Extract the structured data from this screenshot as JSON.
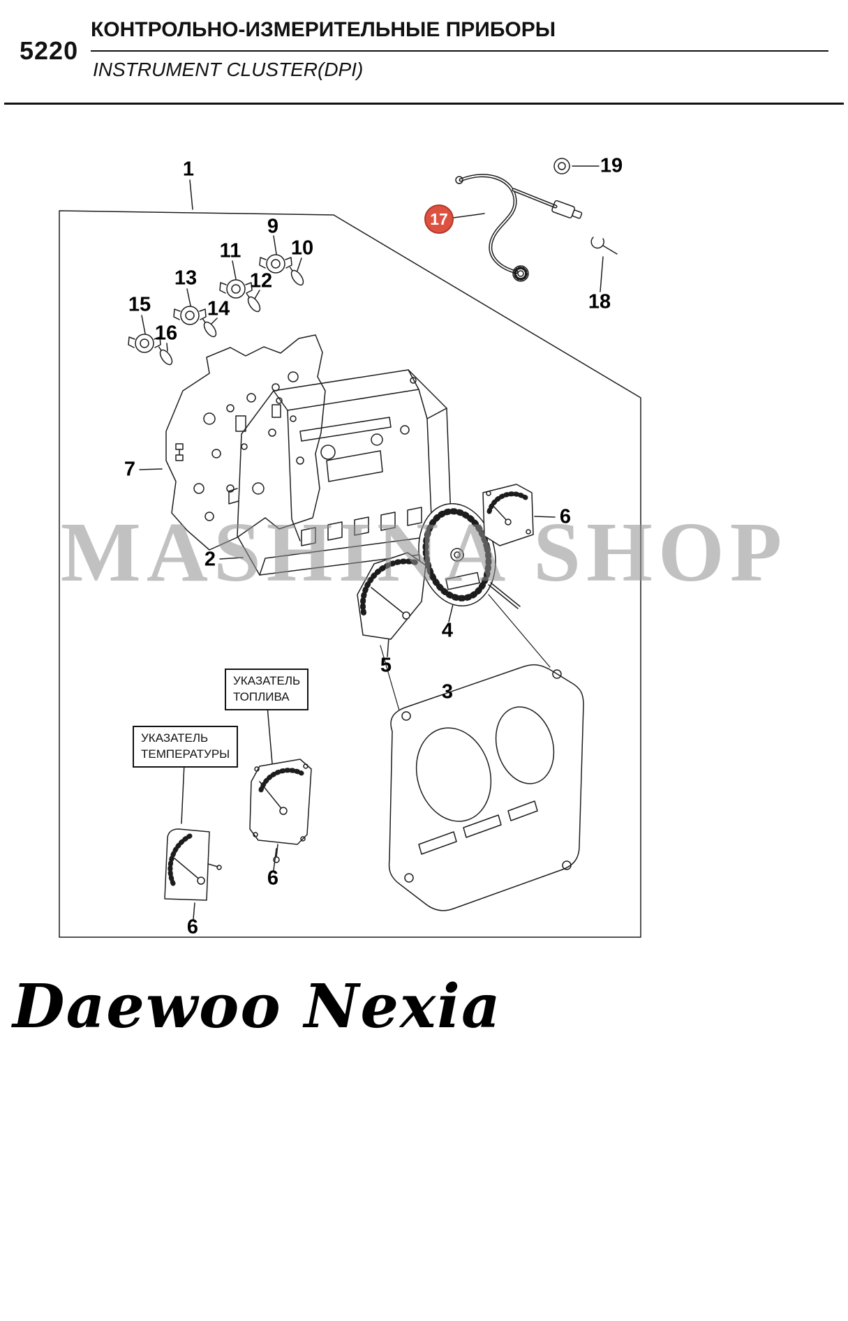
{
  "header": {
    "section_code": "5220",
    "title_ru": "КОНТРОЛЬНО-ИЗМЕРИТЕЛЬНЫЕ ПРИБОРЫ",
    "title_en": "INSTRUMENT CLUSTER(DPI)"
  },
  "watermark": "MASHINA SHOP",
  "diagram": {
    "highlight_color": "#dd5140",
    "callouts": [
      {
        "label": "1"
      },
      {
        "label": "19"
      },
      {
        "label": "17",
        "highlighted": true
      },
      {
        "label": "18"
      },
      {
        "label": "9"
      },
      {
        "label": "10"
      },
      {
        "label": "11"
      },
      {
        "label": "12"
      },
      {
        "label": "13"
      },
      {
        "label": "14"
      },
      {
        "label": "15"
      },
      {
        "label": "16"
      },
      {
        "label": "7"
      },
      {
        "label": "2"
      },
      {
        "label": "6"
      },
      {
        "label": "4"
      },
      {
        "label": "5"
      },
      {
        "label": "3"
      },
      {
        "label": "6"
      },
      {
        "label": "6"
      }
    ],
    "labels": {
      "fuel": {
        "line1": "УКАЗАТЕЛЬ",
        "line2": "ТОПЛИВА"
      },
      "temperature": {
        "line1": "УКАЗАТЕЛЬ",
        "line2": "ТЕМПЕРАТУРЫ"
      }
    }
  },
  "footer": {
    "brand": "Daewoo Nexia"
  }
}
